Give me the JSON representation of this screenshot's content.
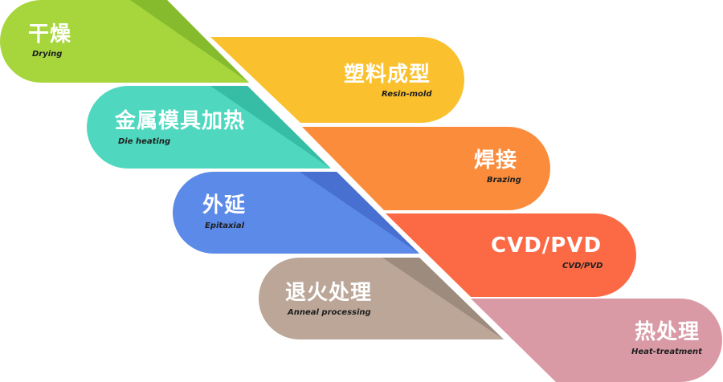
{
  "items": [
    {
      "id": "drying",
      "zh": "干燥",
      "en": "Drying",
      "color": "#a6d63c",
      "shade": "#86bb2e"
    },
    {
      "id": "resin-mold",
      "zh": "塑料成型",
      "en": "Resin-mold",
      "color": "#fbc02d",
      "shade": "#e2a91c"
    },
    {
      "id": "die-heating",
      "zh": "金属模具加热",
      "en": "Die heating",
      "color": "#4fd8bf",
      "shade": "#37bda5"
    },
    {
      "id": "brazing",
      "zh": "焊接",
      "en": "Brazing",
      "color": "#fb8c3c",
      "shade": "#e27423"
    },
    {
      "id": "epitaxial",
      "zh": "外延",
      "en": "Epitaxial",
      "color": "#5b8ae8",
      "shade": "#4870d0"
    },
    {
      "id": "cvd-pvd",
      "zh": "CVD/PVD",
      "en": "CVD/PVD",
      "color": "#fb6a45",
      "shade": "#e0522e"
    },
    {
      "id": "anneal-processing",
      "zh": "退火处理",
      "en": "Anneal processing",
      "color": "#bba698",
      "shade": "#9d8b7e"
    },
    {
      "id": "heat-treatment",
      "zh": "热处理",
      "en": "Heat-treatment",
      "color": "#d99aa6",
      "shade": "#c2828f"
    }
  ]
}
